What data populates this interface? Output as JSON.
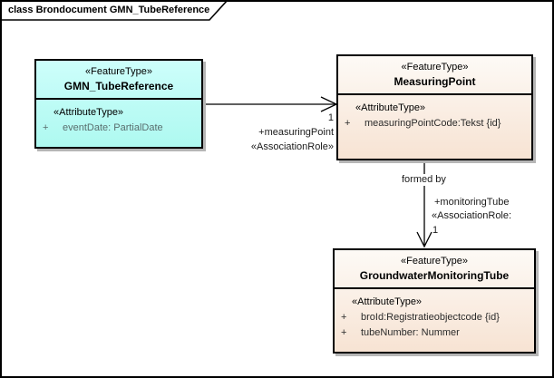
{
  "frame": {
    "title": "class Brondocument GMN_TubeReference"
  },
  "colors": {
    "class_border": "#000000",
    "cyan_fill_top": "#cdfefb",
    "cyan_fill_bottom": "#aef9f0",
    "peach_fill_top": "#fdfaf6",
    "peach_fill_bottom": "#f7e3d3",
    "box_shadow": "#b6b6b6",
    "cyan_attr_text": "#5a6e6e",
    "text": "#000000"
  },
  "classes": [
    {
      "stereotype": "«FeatureType»",
      "name": "GMN_TubeReference",
      "attr_stereotype": "«AttributeType»",
      "attributes": [
        {
          "vis": "+",
          "text": "eventDate: PartialDate"
        }
      ]
    },
    {
      "stereotype": "«FeatureType»",
      "name": "MeasuringPoint",
      "attr_stereotype": "«AttributeType»",
      "attributes": [
        {
          "vis": "+",
          "text": "measuringPointCode:Tekst {id}"
        }
      ]
    },
    {
      "stereotype": "«FeatureType»",
      "name": "GroundwaterMonitoringTube",
      "attr_stereotype": "«AttributeType»",
      "attributes": [
        {
          "vis": "+",
          "text": "broId:Registratieobjectcode {id}"
        },
        {
          "vis": "+",
          "text": "tubeNumber: Nummer"
        }
      ]
    }
  ],
  "associations": [
    {
      "source": "GMN_TubeReference",
      "target": "MeasuringPoint",
      "multiplicity": "1",
      "role": "+measuringPoint",
      "stereotype": "«AssociationRole»"
    },
    {
      "source": "MeasuringPoint",
      "target": "GroundwaterMonitoringTube",
      "name": "formed by",
      "role": "+monitoringTube",
      "stereotype": "«AssociationRole:",
      "multiplicity": "1"
    }
  ]
}
